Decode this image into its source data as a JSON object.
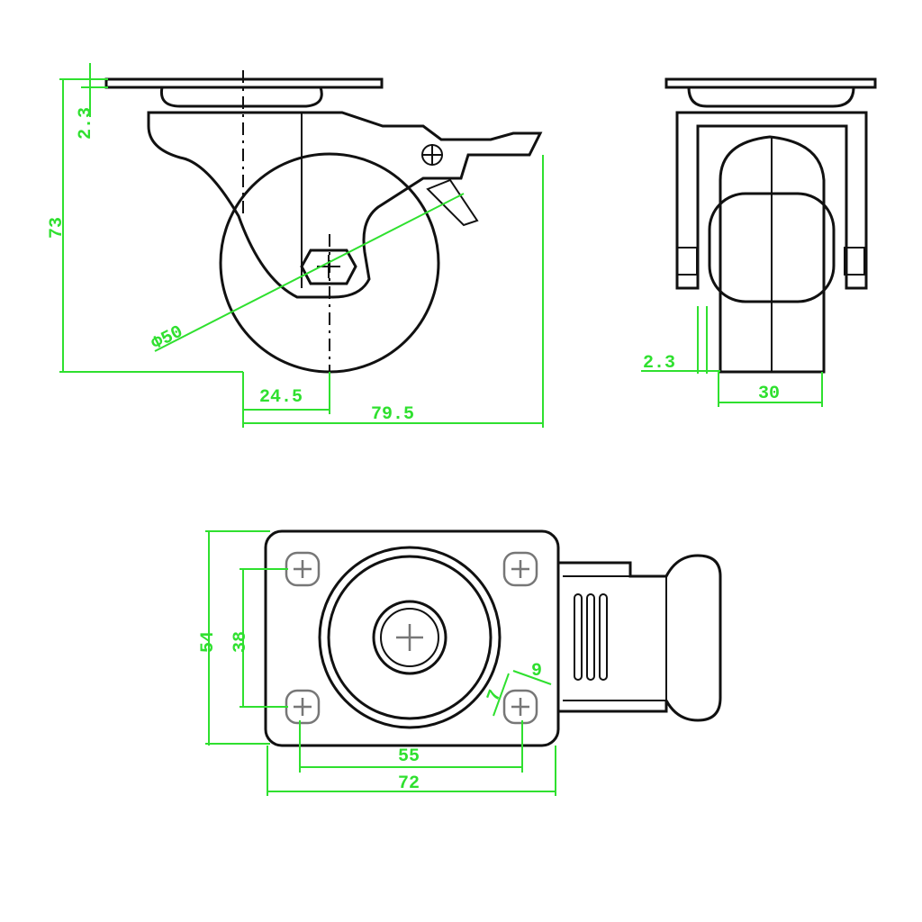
{
  "dimensions": {
    "front": {
      "plate_thickness": "2.3",
      "height": "73",
      "wheel_diameter": "Φ50",
      "offset": "24.5",
      "length": "79.5"
    },
    "side": {
      "gap": "2.3",
      "wheel_width": "30"
    },
    "top": {
      "plate_width": "54",
      "hole_spacing_y": "38",
      "hole_spacing_x": "55",
      "plate_length": "72",
      "slot_length": "9",
      "slot_width": "7"
    }
  }
}
